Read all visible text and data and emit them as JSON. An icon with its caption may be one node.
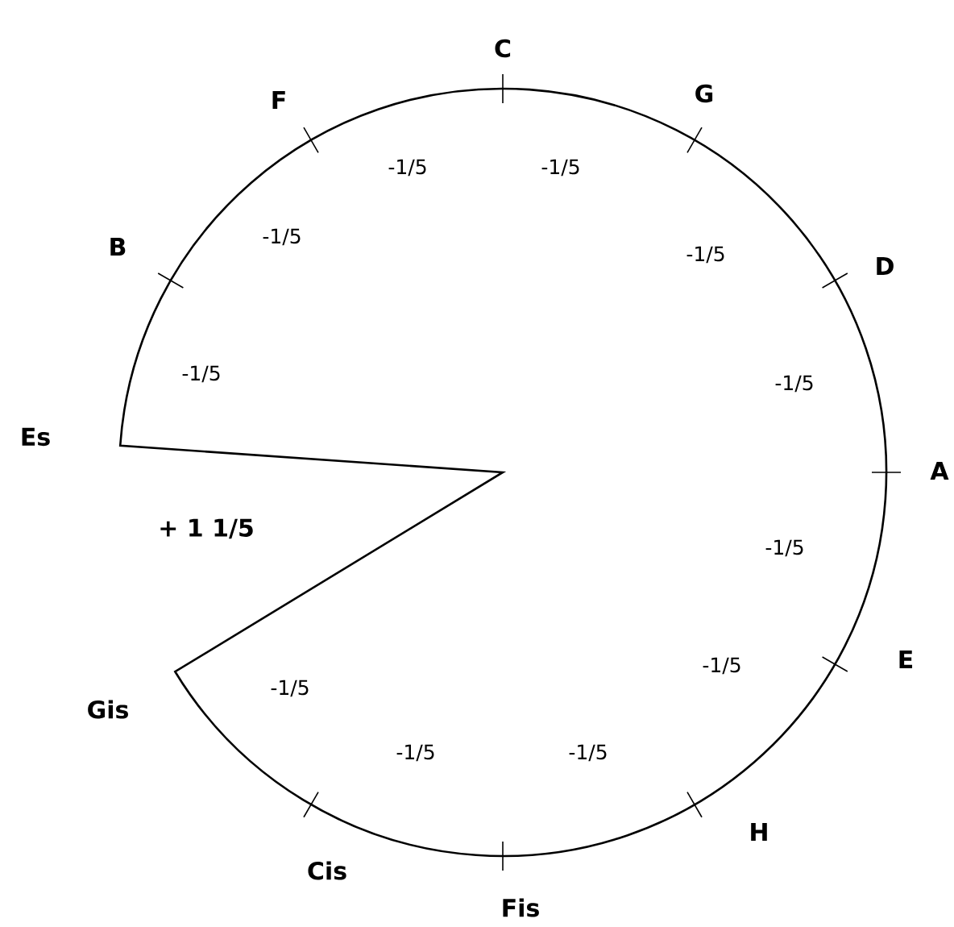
{
  "diagram": {
    "labels": [
      "C",
      "G",
      "F",
      "-1/5",
      "-1/5",
      "B",
      "-1/5",
      "-1/5",
      "D",
      "-1/5",
      "-1/5",
      "Es",
      "A",
      "+ 1 1/5",
      "-1/5",
      "E",
      "-1/5",
      "-1/5",
      "Gis",
      "-1/5",
      "-1/5",
      "H",
      "Cis",
      "Fis"
    ]
  }
}
